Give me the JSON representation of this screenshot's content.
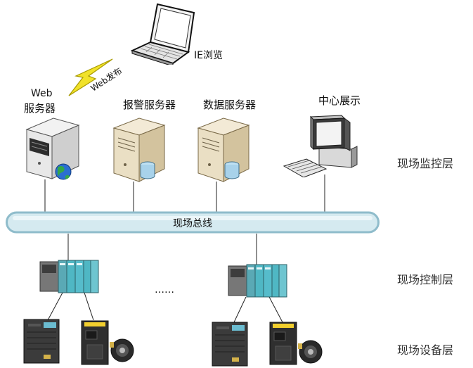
{
  "labels": {
    "laptop": "IE浏览",
    "web_publish": "Web发布",
    "web_server_line1": "Web",
    "web_server_line2": "服务器",
    "alarm_server": "报警服务器",
    "data_server": "数据服务器",
    "center_display": "中心展示",
    "bus": "现场总线",
    "ellipsis": "……"
  },
  "layers": {
    "monitor": "现场监控层",
    "control": "现场控制层",
    "device": "现场设备层"
  },
  "colors": {
    "bus_fill": "#d5eaf0",
    "bus_stroke": "#9ec3cf",
    "lightning": "#f1e22a",
    "plc_teal": "#4fb7c4",
    "server_beige": "#e9dcc0",
    "server_white": "#eeeeee"
  }
}
